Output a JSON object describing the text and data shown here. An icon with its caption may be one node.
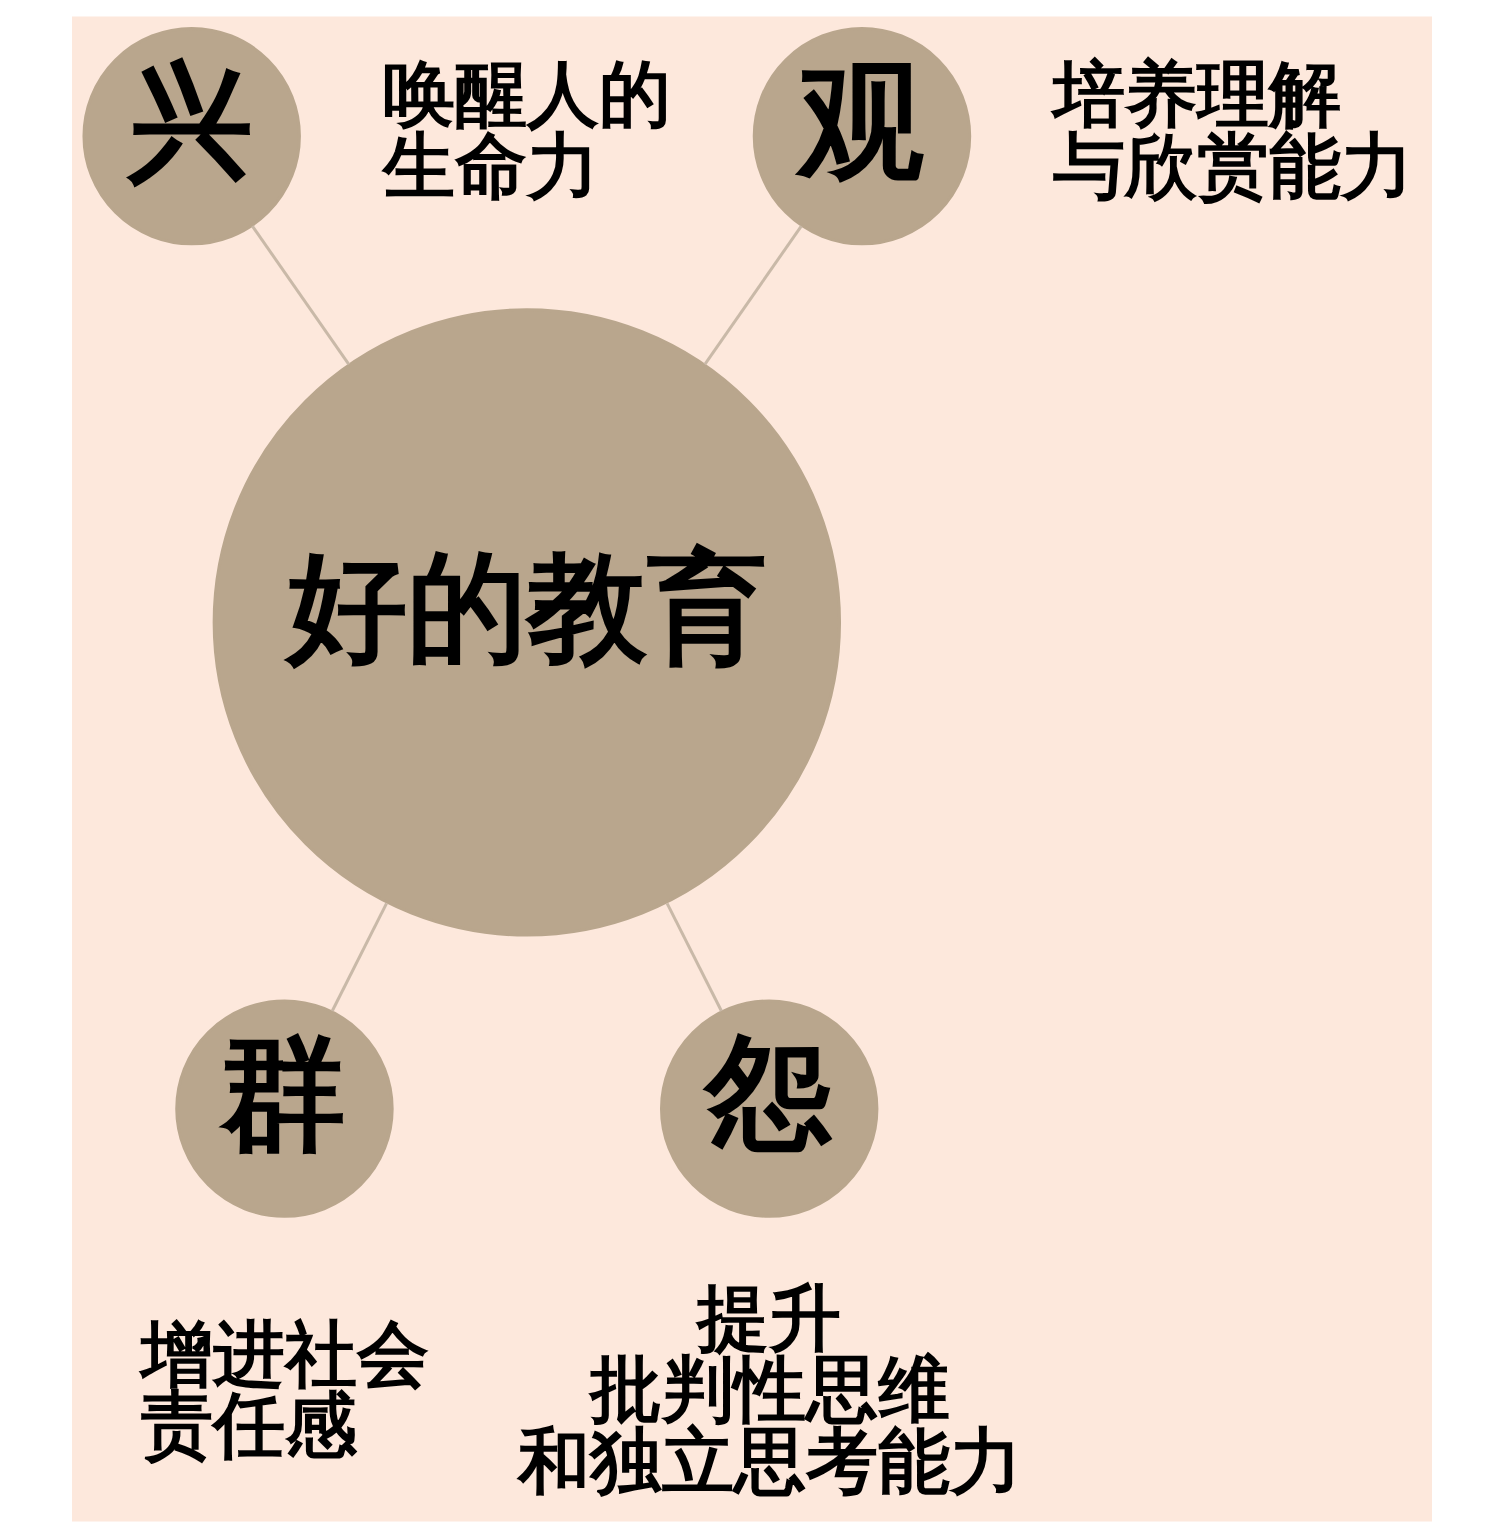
{
  "diagram": {
    "nodes": [
      {
        "text": [
          "兴"
        ],
        "beside": [
          "唤醒人的生命力"
        ]
      },
      {
        "text": [
          "观"
        ],
        "beside": [
          "培养理解与欣赏能力"
        ]
      },
      {
        "text": [
          "好的教育"
        ]
      },
      {
        "text": [
          "怨"
        ],
        "beside": [
          "提升批判性思维和独立思考能力"
        ]
      },
      {
        "text": [
          "群"
        ],
        "beside": [
          "增进社会责任感"
        ]
      }
    ],
    "edges": [
      {
        "from": 0,
        "to": 2,
        "arrow": "none"
      },
      {
        "from": 1,
        "to": 2,
        "arrow": "none"
      },
      {
        "from": 2,
        "to": 3,
        "arrow": "none"
      },
      {
        "from": 2,
        "to": 4,
        "arrow": "none"
      }
    ]
  }
}
